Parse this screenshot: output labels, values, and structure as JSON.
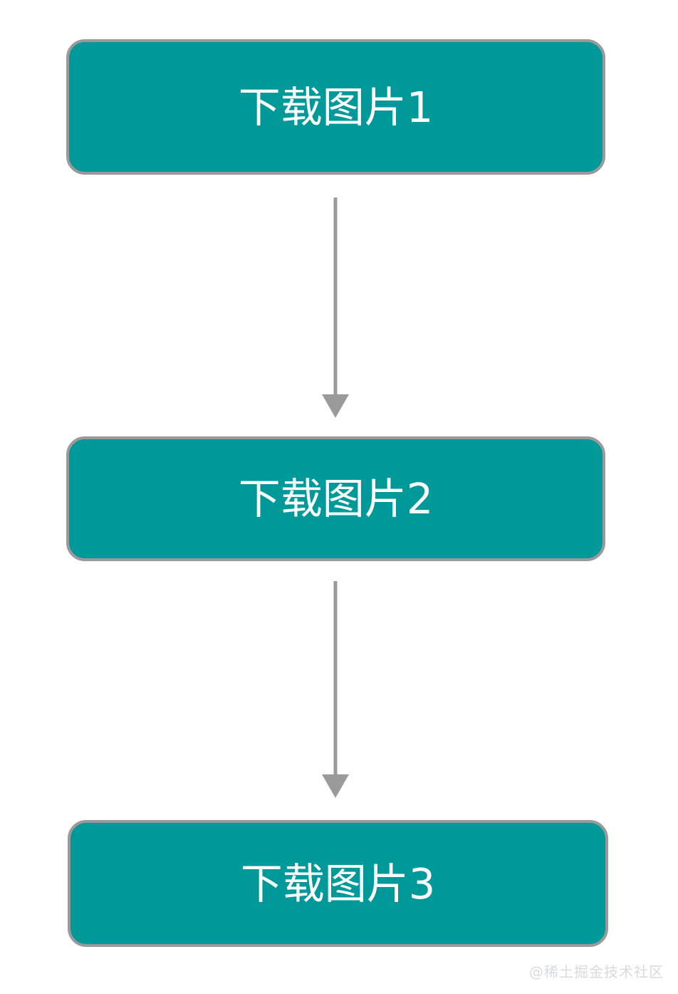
{
  "diagram": {
    "type": "flowchart",
    "orientation": "vertical",
    "background_color": "#ffffff",
    "nodes": [
      {
        "id": "node-1",
        "label": "下载图片1",
        "shape": "rounded-rectangle",
        "fill_color": "#009999",
        "border_color": "#9a9a9a",
        "text_color": "#ffffff"
      },
      {
        "id": "node-2",
        "label": "下载图片2",
        "shape": "rounded-rectangle",
        "fill_color": "#009999",
        "border_color": "#9a9a9a",
        "text_color": "#ffffff"
      },
      {
        "id": "node-3",
        "label": "下载图片3",
        "shape": "rounded-rectangle",
        "fill_color": "#009999",
        "border_color": "#9a9a9a",
        "text_color": "#ffffff"
      }
    ],
    "edges": [
      {
        "id": "connector-1",
        "from": "node-1",
        "to": "node-2",
        "label": "",
        "color": "#9a9a9a",
        "arrowhead": "solid-triangle"
      },
      {
        "id": "connector-2",
        "from": "node-2",
        "to": "node-3",
        "label": "",
        "color": "#9a9a9a",
        "arrowhead": "solid-triangle"
      }
    ]
  },
  "watermark": {
    "text": "@稀土掘金技术社区",
    "color": "#d9dadc"
  }
}
